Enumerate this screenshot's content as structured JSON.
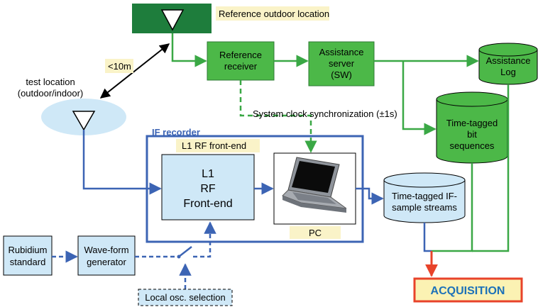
{
  "labels": {
    "reference_outdoor": "Reference outdoor location",
    "distance": "<10m",
    "test_location_line1": "test location",
    "test_location_line2": "(outdoor/indoor)",
    "ref_receiver_line1": "Reference",
    "ref_receiver_line2": "receiver",
    "assist_server_line1": "Assistance",
    "assist_server_line2": "server",
    "assist_server_line3": "(SW)",
    "assist_log_line1": "Assistance",
    "assist_log_line2": "Log",
    "clock_sync": "System clock synchronization (±1s)",
    "bit_seq_line1": "Time-tagged",
    "bit_seq_line2": "bit",
    "bit_seq_line3": "sequences",
    "if_recorder": "IF recorder",
    "l1_frontend_label": "L1 RF front-end",
    "frontend_line1": "L1",
    "frontend_line2": "RF",
    "frontend_line3": "Front-end",
    "pc": "PC",
    "if_streams_line1": "Time-tagged IF-",
    "if_streams_line2": "sample streams",
    "rubidium_line1": "Rubidium",
    "rubidium_line2": "standard",
    "waveform_line1": "Wave-form",
    "waveform_line2": "generator",
    "local_osc": "Local osc. selection",
    "acquisition": "ACQUISITION"
  },
  "colors": {
    "green_dark": "#1e7d3c",
    "green_box": "#4cb848",
    "green_line": "#3aa845",
    "blue_line": "#3c64b4",
    "blue_fill": "#cfe8f7",
    "label_bg": "#faf3c8",
    "red": "#e8432a",
    "acq_fill": "#fbf2b3",
    "acq_text": "#1d71b8"
  }
}
